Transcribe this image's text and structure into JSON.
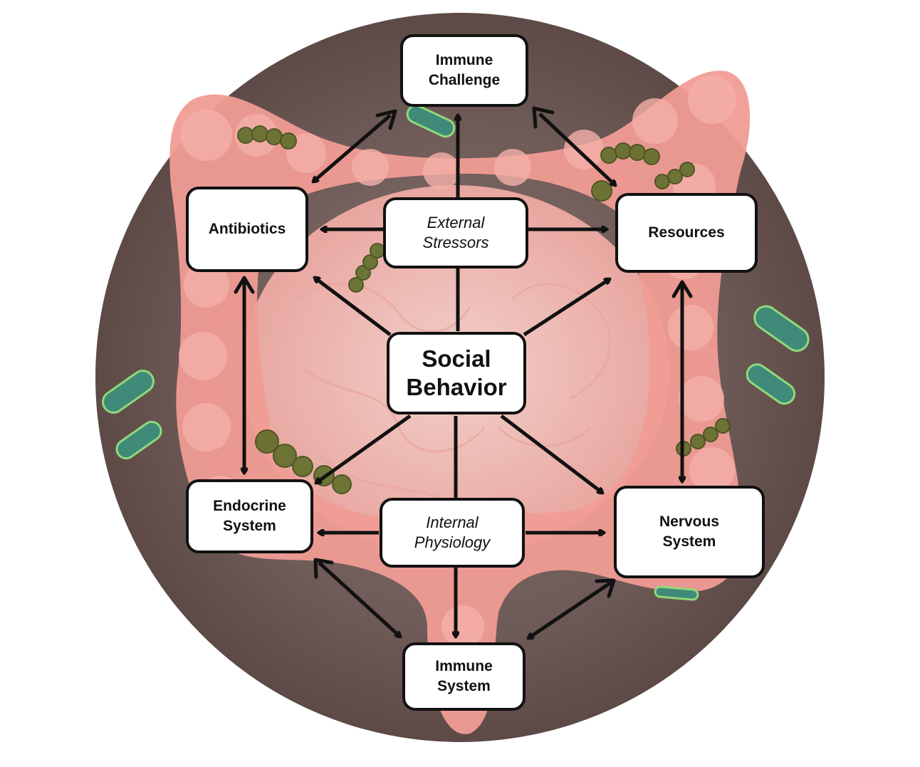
{
  "nodes": {
    "immune_challenge": "Immune\nChallenge",
    "antibiotics": "Antibiotics",
    "external_stressors": "External\nStressors",
    "resources": "Resources",
    "social_behavior": "Social\nBehavior",
    "endocrine_system": "Endocrine\nSystem",
    "internal_physiology": "Internal\nPhysiology",
    "nervous_system": "Nervous\nSystem",
    "immune_system": "Immune\nSystem"
  },
  "colors": {
    "background_circle": "#6e5a56",
    "gut_pink": "#f0a39c",
    "gut_light": "#f7c6c0",
    "bacteria_green": "#5a8a3a",
    "rod_bacteria": "#3f8a78",
    "arrow": "#111111"
  }
}
